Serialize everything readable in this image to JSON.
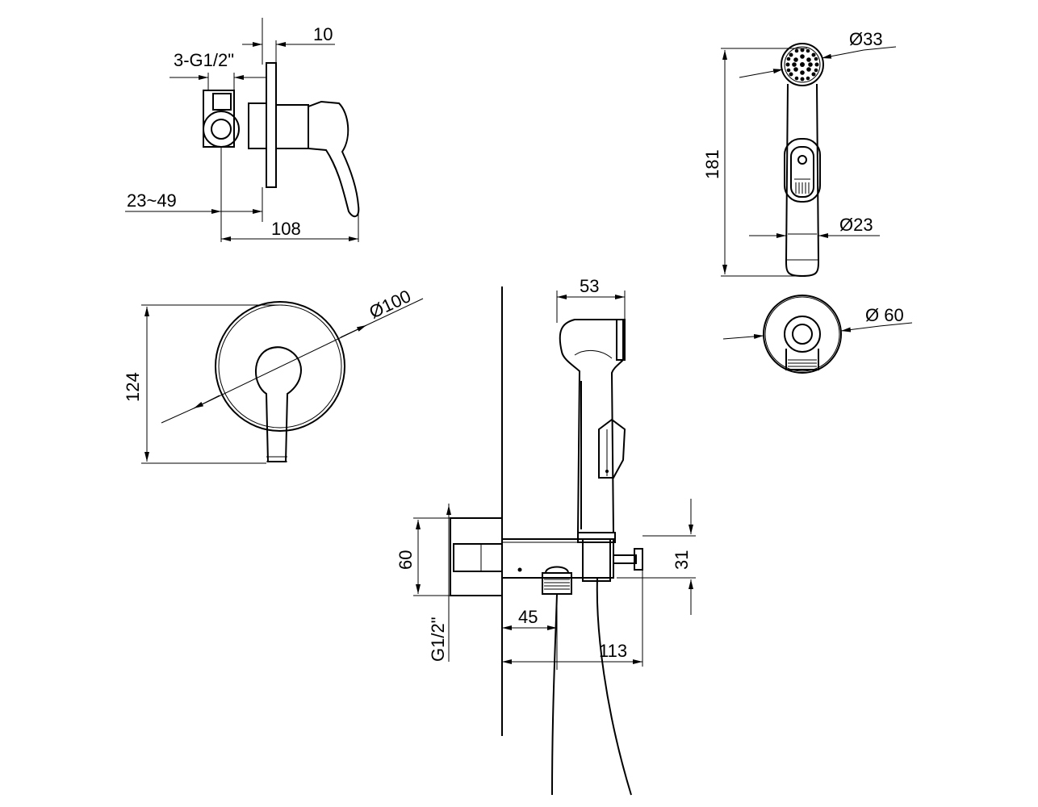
{
  "drawing": {
    "top_view": {
      "thread_label": "3-G1/2\"",
      "plate_thickness": "10",
      "adjust_range": "23~49",
      "depth": "108"
    },
    "front_view": {
      "plate_diameter": "Ø100",
      "height": "124"
    },
    "spray_head": {
      "head_diameter": "Ø33",
      "length": "181",
      "grip_diameter": "Ø23"
    },
    "wall_flange": {
      "diameter": "Ø 60"
    },
    "side_view": {
      "holder_width": "53",
      "body_height": "60",
      "outlet_height": "31",
      "outlet_thread": "G1/2\"",
      "outlet_offset": "45",
      "projection": "113"
    }
  }
}
